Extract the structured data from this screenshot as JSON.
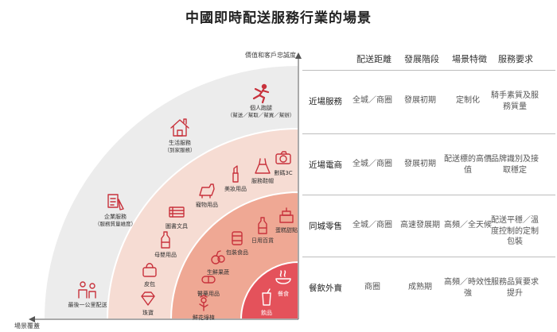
{
  "title": "中國即時配送服務行業的場景",
  "axes": {
    "y_label": "價值和客戶忠誠度",
    "x_label": "場景覆蓋"
  },
  "colors": {
    "band1": "#ececec",
    "band2": "#f6dcd3",
    "band3": "#efa894",
    "band4": "#e4525b",
    "icon": "#c8323c"
  },
  "bands": [
    {
      "items": [
        {
          "label": "個人跑腿",
          "sub": "（幫送／幫取／幫買／幫辦）",
          "icon": "runner-icon"
        },
        {
          "label": "生活服務",
          "sub": "（到家服務）",
          "icon": "house-icon"
        },
        {
          "label": "企業服務",
          "sub": "（服務質量維度）",
          "icon": "document-icon"
        },
        {
          "label": "最後一公里配送",
          "sub": "",
          "icon": "people-icon"
        }
      ]
    },
    {
      "items": [
        {
          "label": "數碼3C",
          "icon": "camera-icon"
        },
        {
          "label": "服務鞋帽",
          "icon": "dress-icon"
        },
        {
          "label": "美妝用品",
          "icon": "lipstick-icon"
        },
        {
          "label": "寵物用品",
          "icon": "pet-icon"
        },
        {
          "label": "圖書文具",
          "icon": "book-icon"
        },
        {
          "label": "母嬰用品",
          "icon": "bottle-icon"
        },
        {
          "label": "皮包",
          "icon": "bag-icon"
        },
        {
          "label": "珠寶",
          "icon": "jewel-icon"
        }
      ]
    },
    {
      "items": [
        {
          "label": "蛋糕甜點",
          "icon": "cake-icon"
        },
        {
          "label": "日用百貨",
          "icon": "bottle-icon"
        },
        {
          "label": "包裝食品",
          "icon": "can-icon"
        },
        {
          "label": "生鮮果蔬",
          "icon": "fruit-icon"
        },
        {
          "label": "醫藥用品",
          "icon": "pill-icon"
        },
        {
          "label": "鮮花綠植",
          "icon": "flower-icon"
        }
      ]
    },
    {
      "items": [
        {
          "label": "餐食",
          "icon": "bowl-icon"
        },
        {
          "label": "飲品",
          "icon": "drink-icon"
        }
      ]
    }
  ],
  "table": {
    "headers": [
      "配送距離",
      "發展階段",
      "場景特徵",
      "服務要求"
    ],
    "rows": [
      {
        "label": "近場服務",
        "cells": [
          "全城／商圈",
          "發展初期",
          "定制化",
          "騎手素質及服務質量"
        ]
      },
      {
        "label": "近場電商",
        "cells": [
          "全城／商圈",
          "發展初期",
          "配送標的高價值",
          "品牌識別及接取穩定"
        ]
      },
      {
        "label": "同城零售",
        "cells": [
          "全城／商圈",
          "高速發展期",
          "高頻／全天候",
          "配送平穩／溫度控制的定制包裝"
        ]
      },
      {
        "label": "餐飲外賣",
        "cells": [
          "商圈",
          "成熟期",
          "高頻／時效性強",
          "服務品質要求提升"
        ]
      }
    ]
  }
}
